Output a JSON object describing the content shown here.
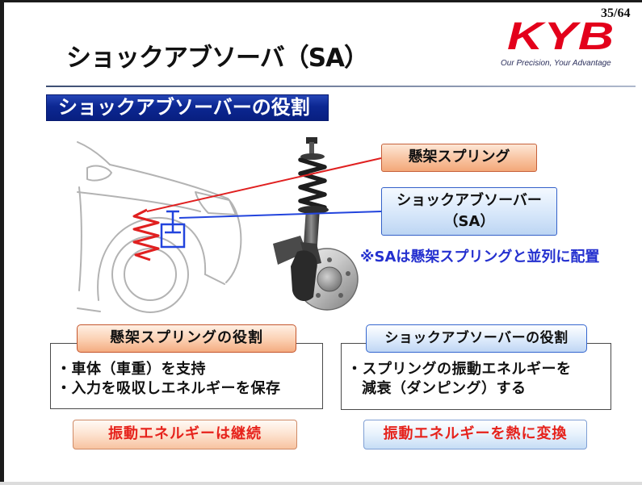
{
  "slide": {
    "page_number": "35/64",
    "title": "ショックアブソーバ（SA）",
    "section_heading": "ショックアブソーバーの役割"
  },
  "logo": {
    "brand": "KYB",
    "tagline": "Our Precision, Your Advantage"
  },
  "diagram": {
    "spring_label": "懸架スプリング",
    "shock_label": {
      "line1": "ショックアブソーバー",
      "line2": "（SA）"
    },
    "note": "※SAは懸架スプリングと並列に配置"
  },
  "roles": {
    "spring": {
      "heading": "懸架スプリングの役割",
      "lines": [
        "・車体（車重）を支持",
        "・入力を吸収しエネルギーを保存"
      ],
      "result": "振動エネルギーは継続"
    },
    "shock_absorber": {
      "heading": "ショックアブソーバーの役割",
      "lines": [
        "・スプリングの振動エネルギーを",
        "減衰（ダンピング）する"
      ],
      "result": "振動エネルギーを熱に変換"
    }
  },
  "colors": {
    "brand_red": "#e3001b",
    "spring_line_red": "#e02020",
    "shock_line_blue": "#2244dd",
    "banner_navy": "#0c2792",
    "note_blue": "#2430cf",
    "result_text_red": "#e6221b"
  }
}
